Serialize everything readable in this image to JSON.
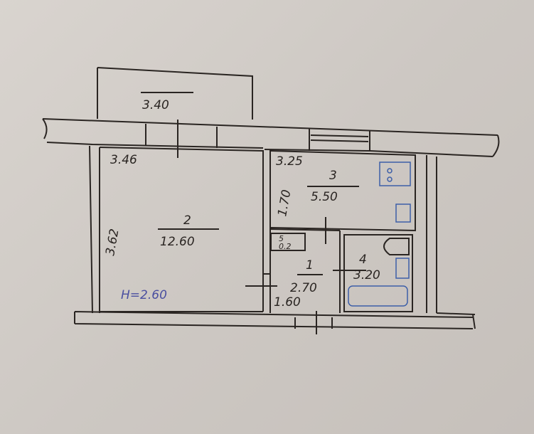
{
  "plan": {
    "balcony_dim": "3.40",
    "room2": {
      "number": "2",
      "area": "12.60",
      "width": "3.46",
      "length": "3.62"
    },
    "room3": {
      "number": "3",
      "area": "5.50",
      "width": "3.25",
      "length": "1.70"
    },
    "room1": {
      "number": "1",
      "area": "2.70",
      "width": "1.60"
    },
    "room4": {
      "number": "4",
      "area": "3.20"
    },
    "room5": {
      "number": "5",
      "area": "0.2"
    },
    "ceiling_height": "H=2.60"
  }
}
